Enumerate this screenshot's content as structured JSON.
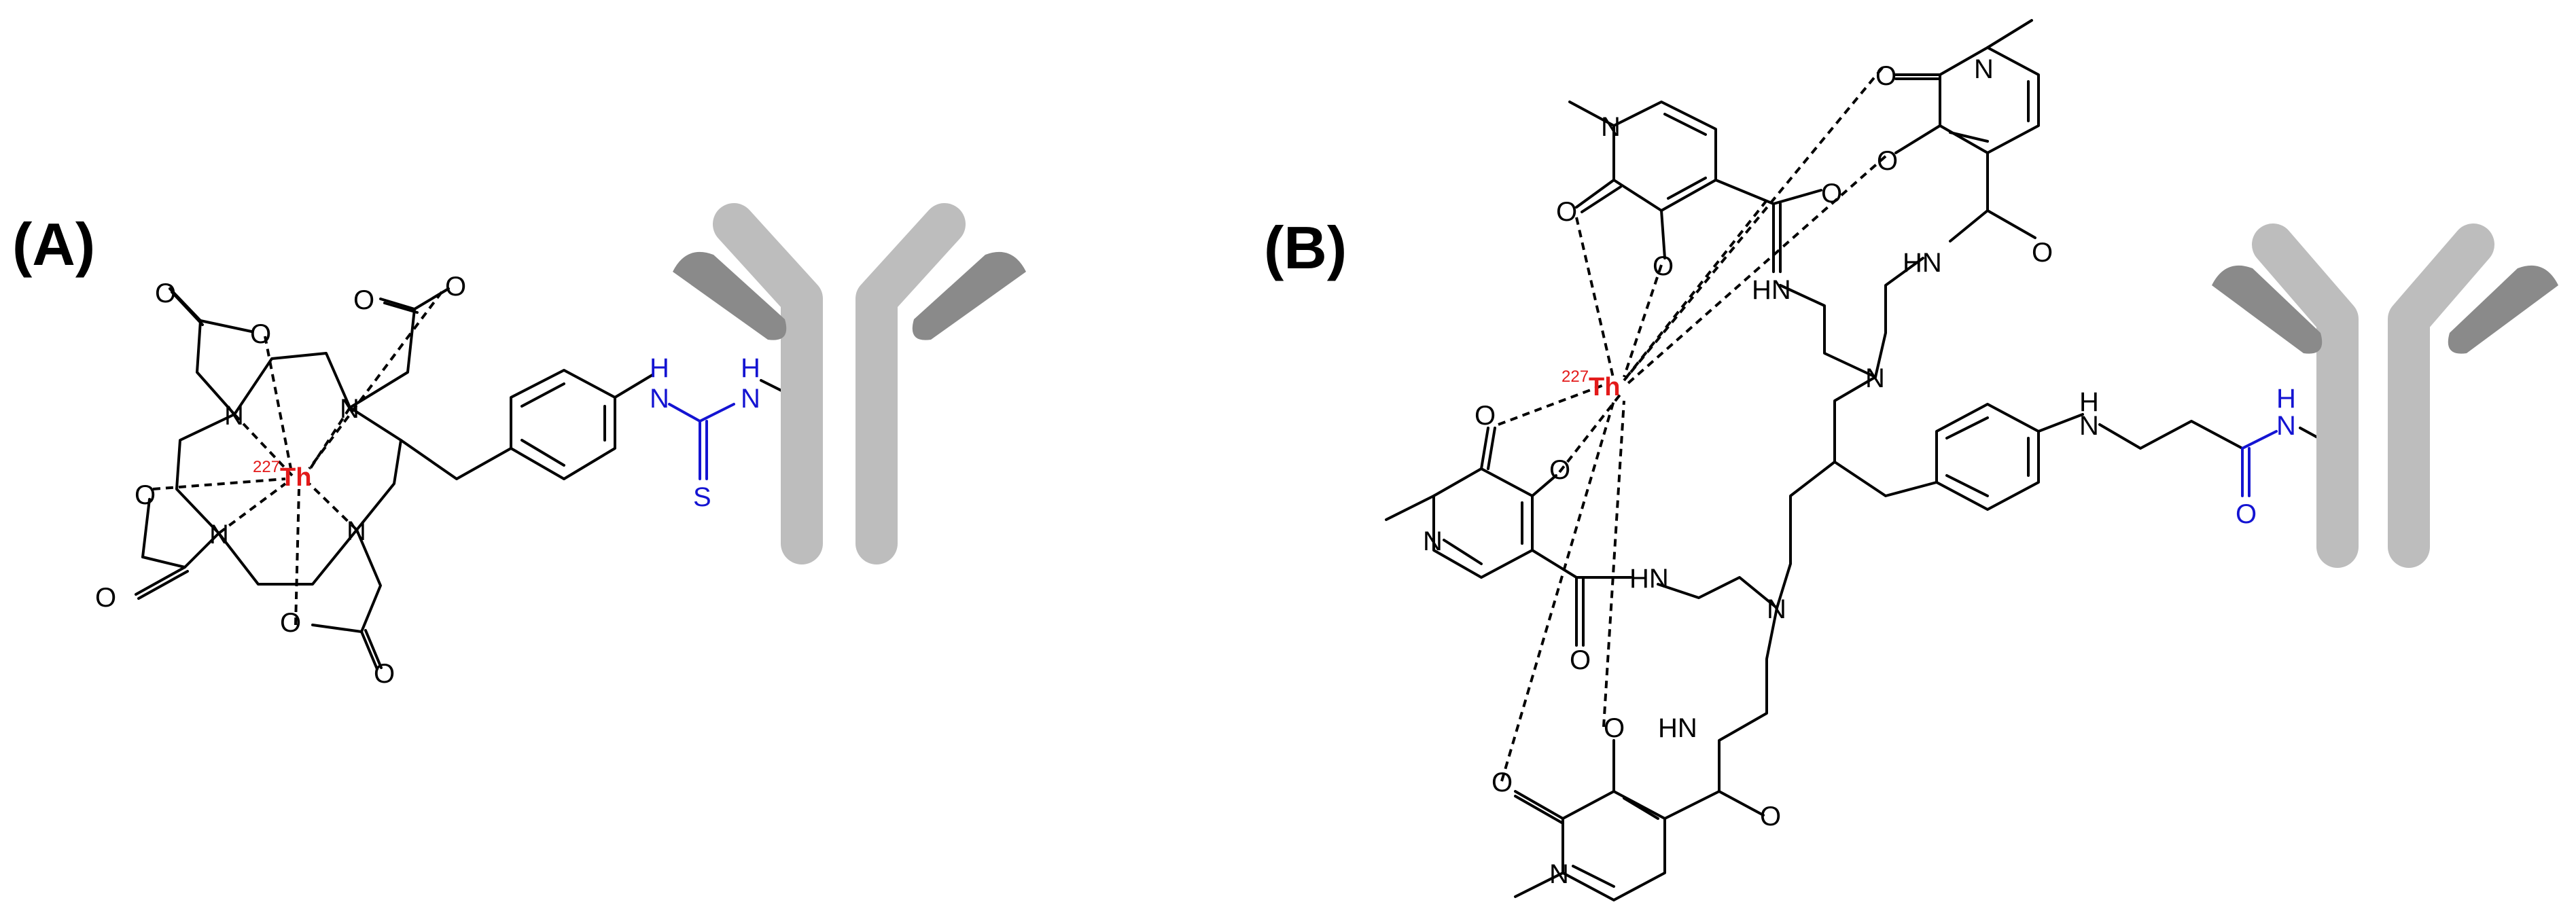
{
  "panels": [
    {
      "label": "(A)",
      "metal": {
        "isotope": "227",
        "symbol": "Th"
      },
      "atoms": {
        "N": "N",
        "O": "O",
        "S": "S",
        "H": "H"
      },
      "linker_atoms": {
        "NH": "H",
        "S": "S",
        "N": "N"
      }
    },
    {
      "label": "(B)",
      "metal": {
        "isotope": "227",
        "symbol": "Th"
      },
      "atoms": {
        "N": "N",
        "O": "O",
        "HN": "HN",
        "NH": "H"
      },
      "linker_atoms": {
        "H": "H",
        "O": "O",
        "N": "N"
      }
    }
  ],
  "colors": {
    "metal": "#e31a1a",
    "linker": "#1414d2",
    "antibody_light": "#bdbdbd",
    "antibody_dark": "#8a8a8a"
  },
  "icons": [
    "antibody-icon"
  ]
}
